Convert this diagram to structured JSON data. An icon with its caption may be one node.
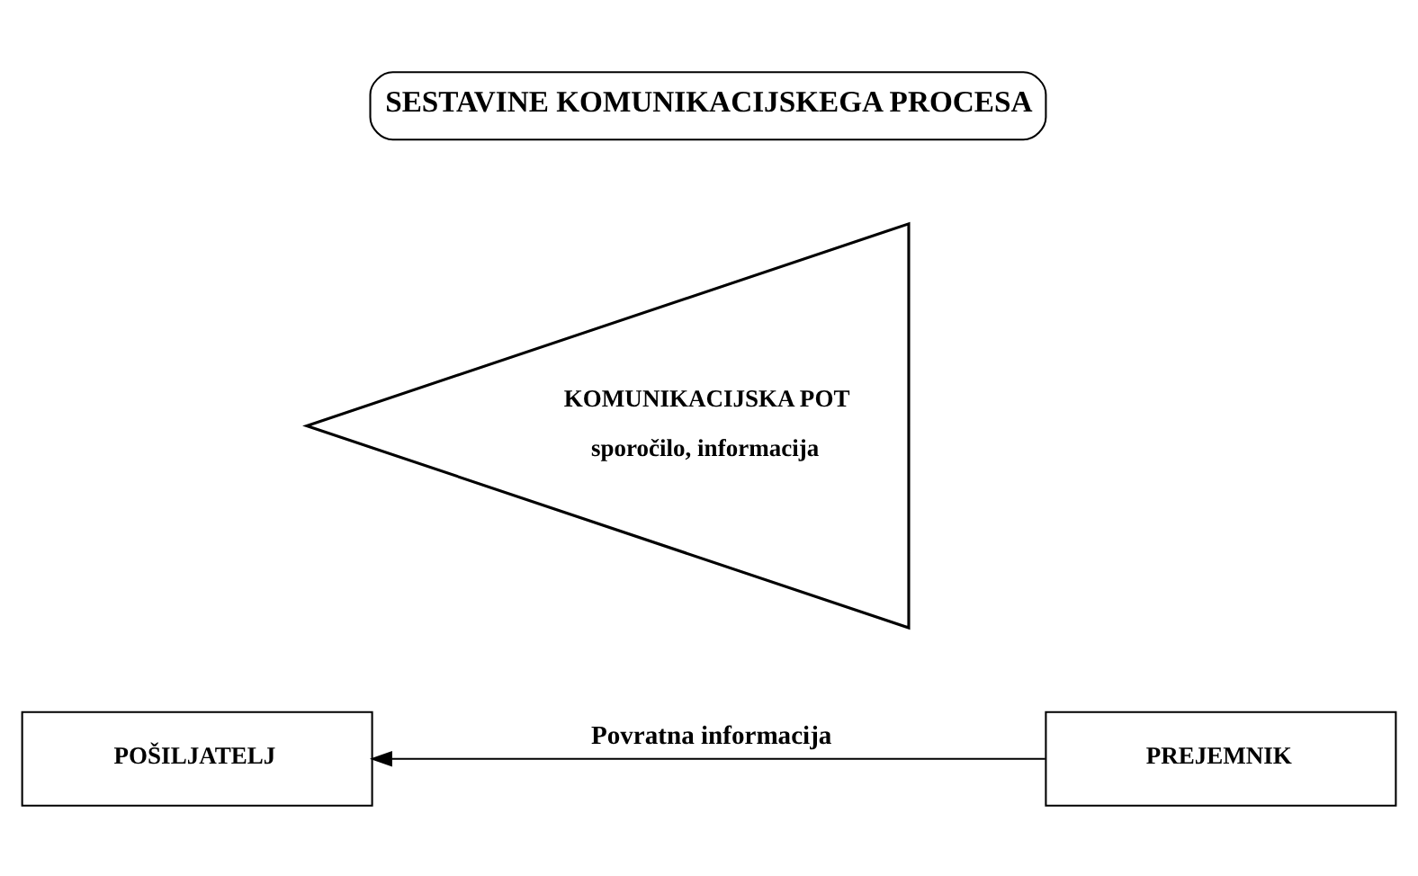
{
  "diagram": {
    "nodes": [
      {
        "text": [
          "SESTAVINE KOMUNIKACIJSKEGA PROCESA"
        ]
      },
      {
        "text": [
          "KOMUNIKACIJSKA POT",
          "sporočilo, informacija"
        ]
      },
      {
        "text": [
          "POŠILJATELJ"
        ]
      },
      {
        "text": [
          "PREJEMNIK"
        ]
      }
    ],
    "edges": [
      {
        "from": 3,
        "to": 2,
        "arrow": "to",
        "label": "Povratna informacija"
      }
    ]
  }
}
